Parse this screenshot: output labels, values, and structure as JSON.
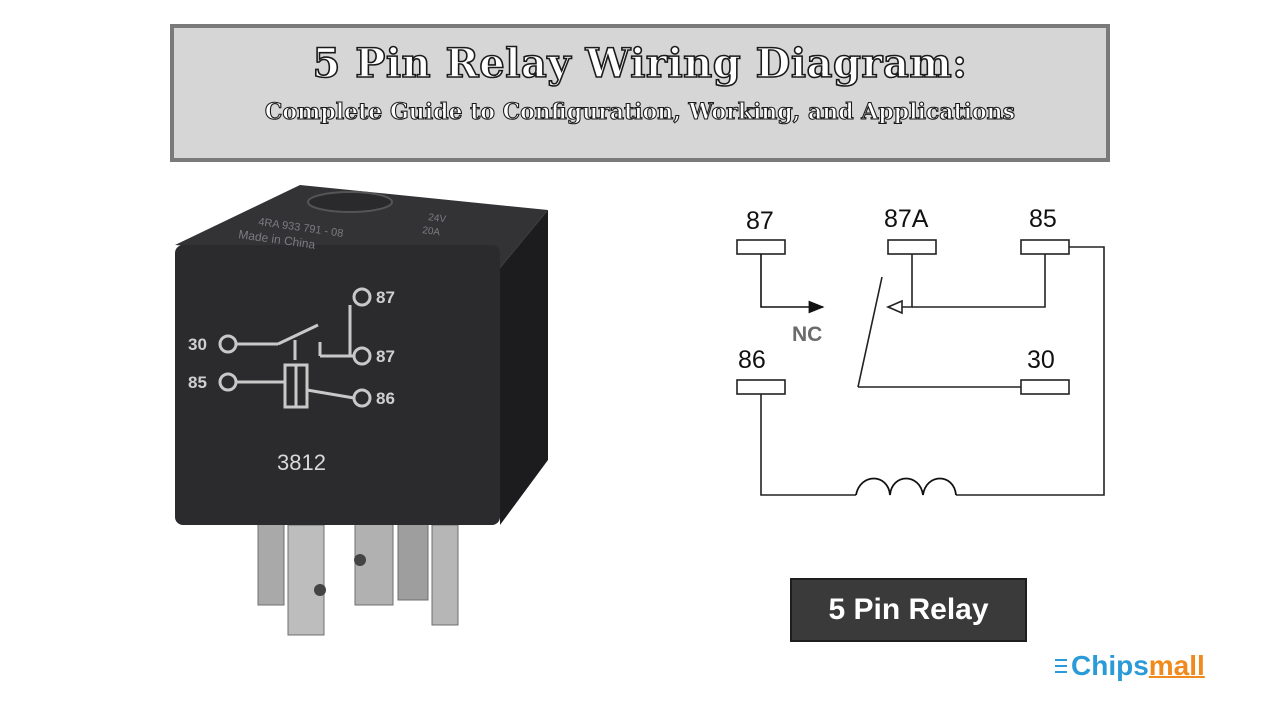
{
  "header": {
    "title": "5 Pin Relay Wiring Diagram:",
    "subtitle": "Complete Guide to Configuration, Working, and Applications"
  },
  "relay_photo": {
    "top_text_1": "24V",
    "top_text_2": "20A",
    "top_text_3": "4RA 933 791 - 08",
    "top_text_4": "Made in China",
    "pin_30": "30",
    "pin_85": "85",
    "pin_87_top": "87",
    "pin_87_mid": "87",
    "pin_86": "86",
    "model_number": "3812"
  },
  "schematic": {
    "pin_87": "87",
    "pin_87a": "87A",
    "pin_85": "85",
    "pin_86": "86",
    "pin_30": "30",
    "nc_label": "NC"
  },
  "badge": {
    "label": "5 Pin Relay"
  },
  "logo": {
    "part1": "Chips",
    "part2": "mall"
  },
  "colors": {
    "title_bg": "#d6d6d6",
    "title_border": "#7a7a7a",
    "relay_body": "#2b2b2e",
    "badge_bg": "#3a3a3a",
    "logo_blue": "#2a9bd6",
    "logo_orange": "#f08a1c"
  }
}
